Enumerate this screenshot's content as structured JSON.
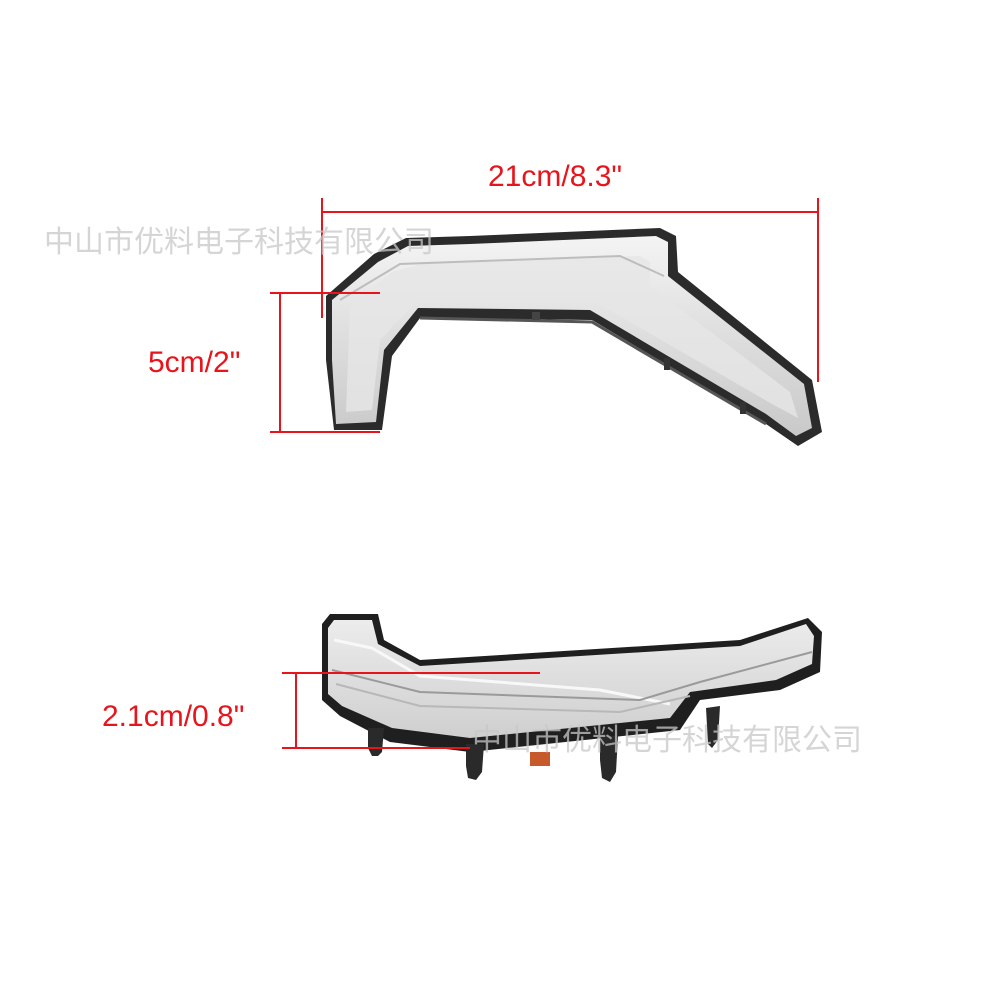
{
  "watermark": {
    "top": "中山市优料电子科技有限公司",
    "bottom": "中山市优料电子科技有限公司"
  },
  "dimensions": {
    "length": "21cm/8.3\"",
    "height": "5cm/2\"",
    "thickness": "2.1cm/0.8\""
  },
  "colors": {
    "dimension": "#e8141b",
    "watermark": "#c8c8c8",
    "lens": "#dcdcdc",
    "housing": "#2a2a2a"
  }
}
